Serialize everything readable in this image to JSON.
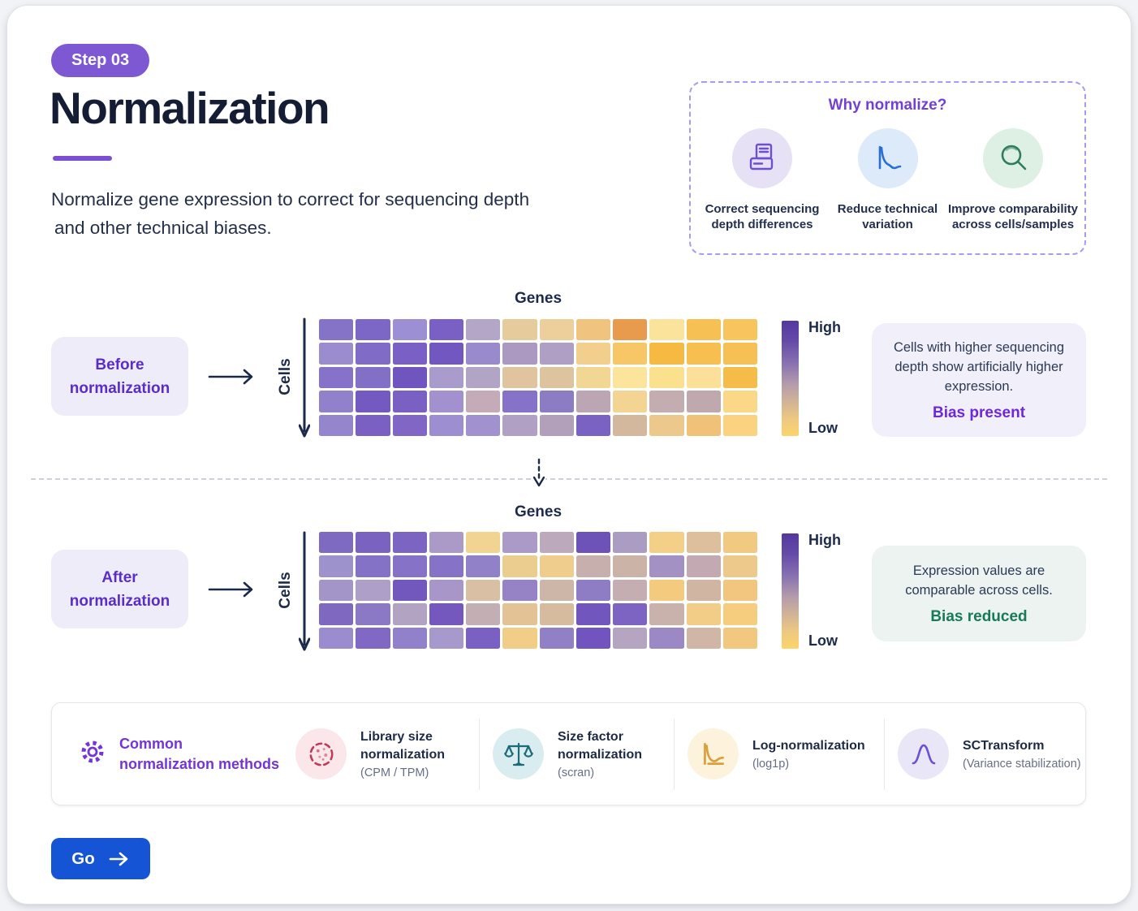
{
  "page": {
    "badge": "Step 03",
    "title": "Normalization",
    "subtitle_line1": "Normalize gene expression to correct for sequencing depth",
    "subtitle_line2": "and other technical biases."
  },
  "why_box": {
    "title": "Why normalize?",
    "items": [
      {
        "icon": "sequencer-icon",
        "label_line1": "Correct sequencing",
        "label_line2": "depth differences"
      },
      {
        "icon": "decline-curve-icon",
        "label_line1": "Reduce technical",
        "label_line2": "variation"
      },
      {
        "icon": "magnifier-icon",
        "label_line1": "Improve comparability",
        "label_line2": "across cells/samples"
      }
    ]
  },
  "sections": {
    "before": {
      "box_line1": "Before",
      "box_line2": "normalization",
      "note": "Cells with higher sequencing depth show artificially higher expression.",
      "status": "Bias present"
    },
    "after": {
      "box_line1": "After",
      "box_line2": "normalization",
      "note": "Expression values are comparable across cells.",
      "status": "Bias reduced"
    }
  },
  "methods_bar": {
    "heading_line1": "Common",
    "heading_line2": "normalization methods",
    "methods": [
      {
        "icon": "cell-icon",
        "name_line1": "Library size",
        "name_line2": "normalization",
        "sub": "(CPM / TPM)"
      },
      {
        "icon": "scale-icon",
        "name_line1": "Size factor",
        "name_line2": "normalization",
        "sub": "(scran)"
      },
      {
        "icon": "log-curve-icon",
        "name_line1": "Log-normalization",
        "name_line2": "",
        "sub": "(log1p)"
      },
      {
        "icon": "bell-curve-icon",
        "name_line1": "SCTransform",
        "name_line2": "",
        "sub": "(Variance stabilization)"
      }
    ]
  },
  "go_button": {
    "label": "Go"
  },
  "colors": {
    "accent_purple": "#7c4fd0",
    "badge_purple": "#7e57d2",
    "bias_present": "#6d28d9",
    "bias_reduced": "#177a5a",
    "go_blue": "#1554d4",
    "navy_text": "#1c2b4a",
    "scale_gradient_top": "#54379f",
    "scale_gradient_bottom": "#fbd46b"
  },
  "chart_data": [
    {
      "type": "heatmap",
      "name": "before_normalization",
      "xlabel": "Genes",
      "ylabel": "Cells",
      "scale_high": "High",
      "scale_low": "Low",
      "rows": [
        [
          "#8573c8",
          "#7c67c6",
          "#9d8fd3",
          "#7a5fc4",
          "#b4a6c6",
          "#e6cc9c",
          "#eccf9b",
          "#f0c47e",
          "#e89b4c",
          "#fce39c",
          "#f7c055",
          "#f7c45e"
        ],
        [
          "#9b8ccf",
          "#806cc7",
          "#7a60c4",
          "#7257c0",
          "#9989cd",
          "#ab99c2",
          "#b09fc4",
          "#f2cf8d",
          "#f7c666",
          "#f6ba42",
          "#f7bf50",
          "#f7c055"
        ],
        [
          "#8672c9",
          "#8270c6",
          "#7055be",
          "#a99ccc",
          "#b2a4c4",
          "#e0c49f",
          "#ddc49e",
          "#f2d694",
          "#fce49c",
          "#fbe08e",
          "#fce09a",
          "#f6bc4a"
        ],
        [
          "#9181cb",
          "#7459c0",
          "#7a60c2",
          "#a291ce",
          "#c5abb8",
          "#8672c9",
          "#8b7cc3",
          "#bca6b4",
          "#f3d492",
          "#c4adb0",
          "#bfa9ae",
          "#fbd887"
        ],
        [
          "#9585cd",
          "#7b60c3",
          "#8166c5",
          "#9c8ed1",
          "#a191cf",
          "#b0a0c3",
          "#b2a0bb",
          "#7a62c2",
          "#d3b89e",
          "#ecc88d",
          "#f0c279",
          "#fbd27f"
        ]
      ]
    },
    {
      "type": "heatmap",
      "name": "after_normalization",
      "xlabel": "Genes",
      "ylabel": "Cells",
      "scale_high": "High",
      "scale_low": "Low",
      "rows": [
        [
          "#7e6ac0",
          "#7a63c0",
          "#7c64c2",
          "#ab9ac8",
          "#f2d492",
          "#ab9ac8",
          "#bca9bb",
          "#6d52b8",
          "#ab9cc4",
          "#f3cf88",
          "#ddbf9e",
          "#f2c981"
        ],
        [
          "#9e92cc",
          "#8472c6",
          "#8673c8",
          "#8673c8",
          "#9181c9",
          "#eccd90",
          "#eecd8d",
          "#c7afad",
          "#cbb3a8",
          "#a291c2",
          "#c3aab2",
          "#edca8b"
        ],
        [
          "#a495c9",
          "#ad9fc8",
          "#7257bd",
          "#a796c7",
          "#d9bfa4",
          "#9583c6",
          "#cdb5a8",
          "#8e7cc5",
          "#c4aeb2",
          "#f4ca7e",
          "#d0b5a3",
          "#f2c67f"
        ],
        [
          "#7e68c0",
          "#8b79c6",
          "#b3a3c3",
          "#7458be",
          "#c3aeb4",
          "#e3c295",
          "#d7bb9f",
          "#7156bd",
          "#7e64c2",
          "#cab2ac",
          "#f2cd88",
          "#f6cd7e"
        ],
        [
          "#9b8cd0",
          "#8168c4",
          "#9180ca",
          "#a899cd",
          "#7a60c2",
          "#f2cd87",
          "#9180c6",
          "#7154bd",
          "#b5a5c0",
          "#9b89c6",
          "#cfb6a6",
          "#f2c77f"
        ]
      ]
    }
  ]
}
